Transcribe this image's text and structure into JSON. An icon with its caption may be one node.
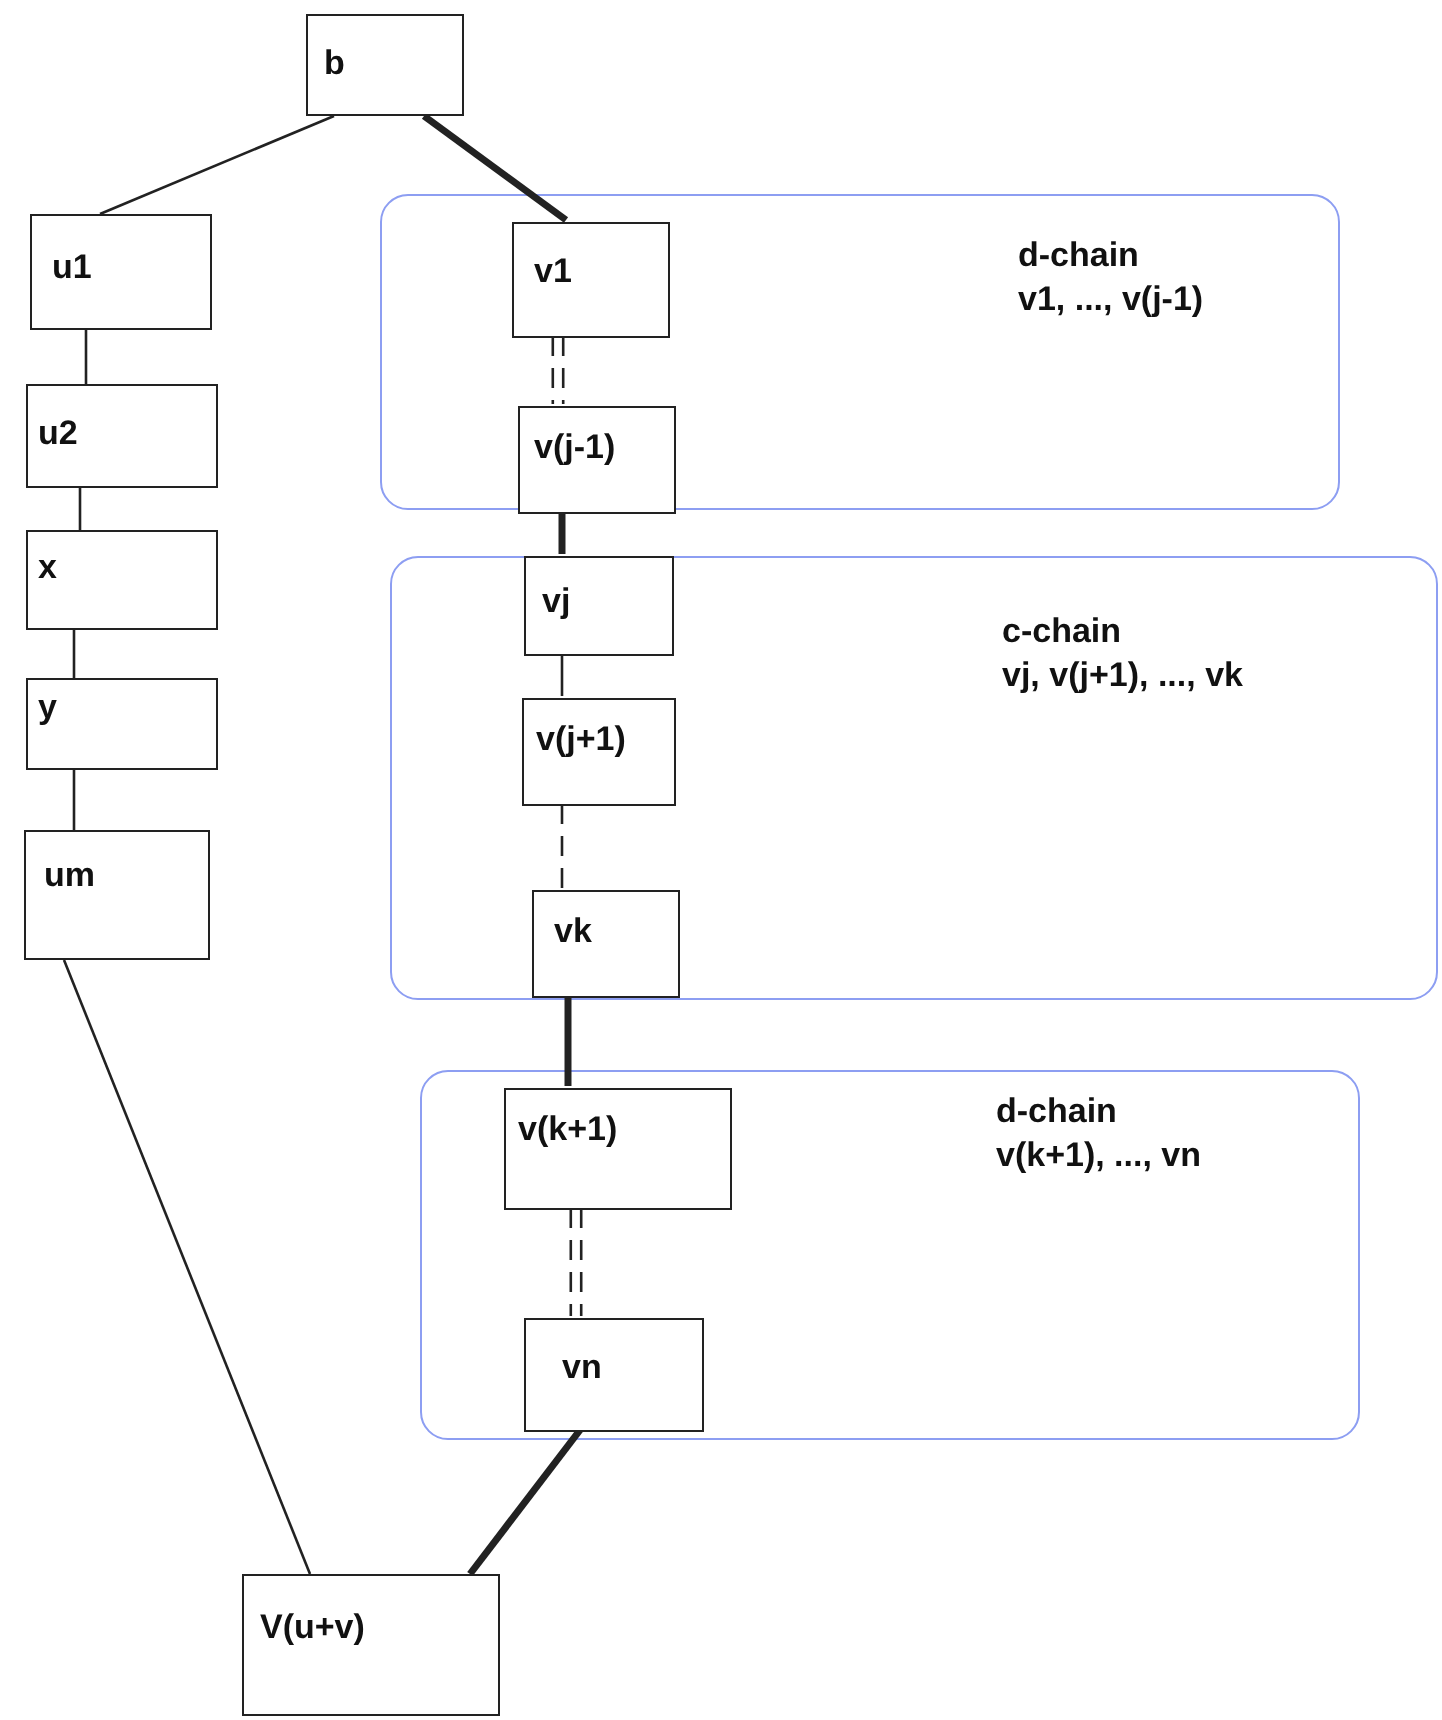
{
  "diagram": {
    "nodes": [
      {
        "text": [
          "b"
        ]
      },
      {
        "text": [
          "u1"
        ]
      },
      {
        "text": [
          "d-chain",
          "v1, ..., v(j-1)"
        ]
      },
      {
        "text": [
          "v1"
        ],
        "in": 2
      },
      {
        "text": [
          "u2"
        ]
      },
      {
        "text": [
          "v(j-1)"
        ],
        "in": 2
      },
      {
        "text": [
          "x"
        ]
      },
      {
        "text": [
          "c-chain",
          "vj, v(j+1), ..., vk"
        ]
      },
      {
        "text": [
          "vj"
        ],
        "in": 7
      },
      {
        "text": [
          "y"
        ]
      },
      {
        "text": [
          "v(j+1)"
        ],
        "in": 7
      },
      {
        "text": [
          "um"
        ]
      },
      {
        "text": [
          "vk"
        ],
        "in": 7
      },
      {
        "text": [
          "d-chain",
          "v(k+1), ..., vn"
        ]
      },
      {
        "text": [
          "v(k+1)"
        ],
        "in": 13
      },
      {
        "text": [
          "vn"
        ],
        "in": 13
      },
      {
        "text": [
          "V(u+v)"
        ]
      }
    ],
    "edges": [
      {
        "from": 0,
        "to": 1,
        "arrow": "none"
      },
      {
        "from": 0,
        "to": 3,
        "arrow": "none",
        "style": "thick"
      },
      {
        "from": 1,
        "to": 4,
        "arrow": "none"
      },
      {
        "from": 4,
        "to": 6,
        "arrow": "none"
      },
      {
        "from": 6,
        "to": 9,
        "arrow": "none"
      },
      {
        "from": 9,
        "to": 11,
        "arrow": "none"
      },
      {
        "from": 3,
        "to": 5,
        "arrow": "none",
        "style": "dashed"
      },
      {
        "from": 5,
        "to": 8,
        "arrow": "none",
        "style": "thick"
      },
      {
        "from": 8,
        "to": 10,
        "arrow": "none"
      },
      {
        "from": 10,
        "to": 12,
        "arrow": "none",
        "style": "dashed"
      },
      {
        "from": 12,
        "to": 14,
        "arrow": "none",
        "style": "thick"
      },
      {
        "from": 14,
        "to": 15,
        "arrow": "none",
        "style": "dashed"
      },
      {
        "from": 15,
        "to": 16,
        "arrow": "none",
        "style": "thick"
      },
      {
        "from": 11,
        "to": 16,
        "arrow": "none"
      }
    ]
  }
}
